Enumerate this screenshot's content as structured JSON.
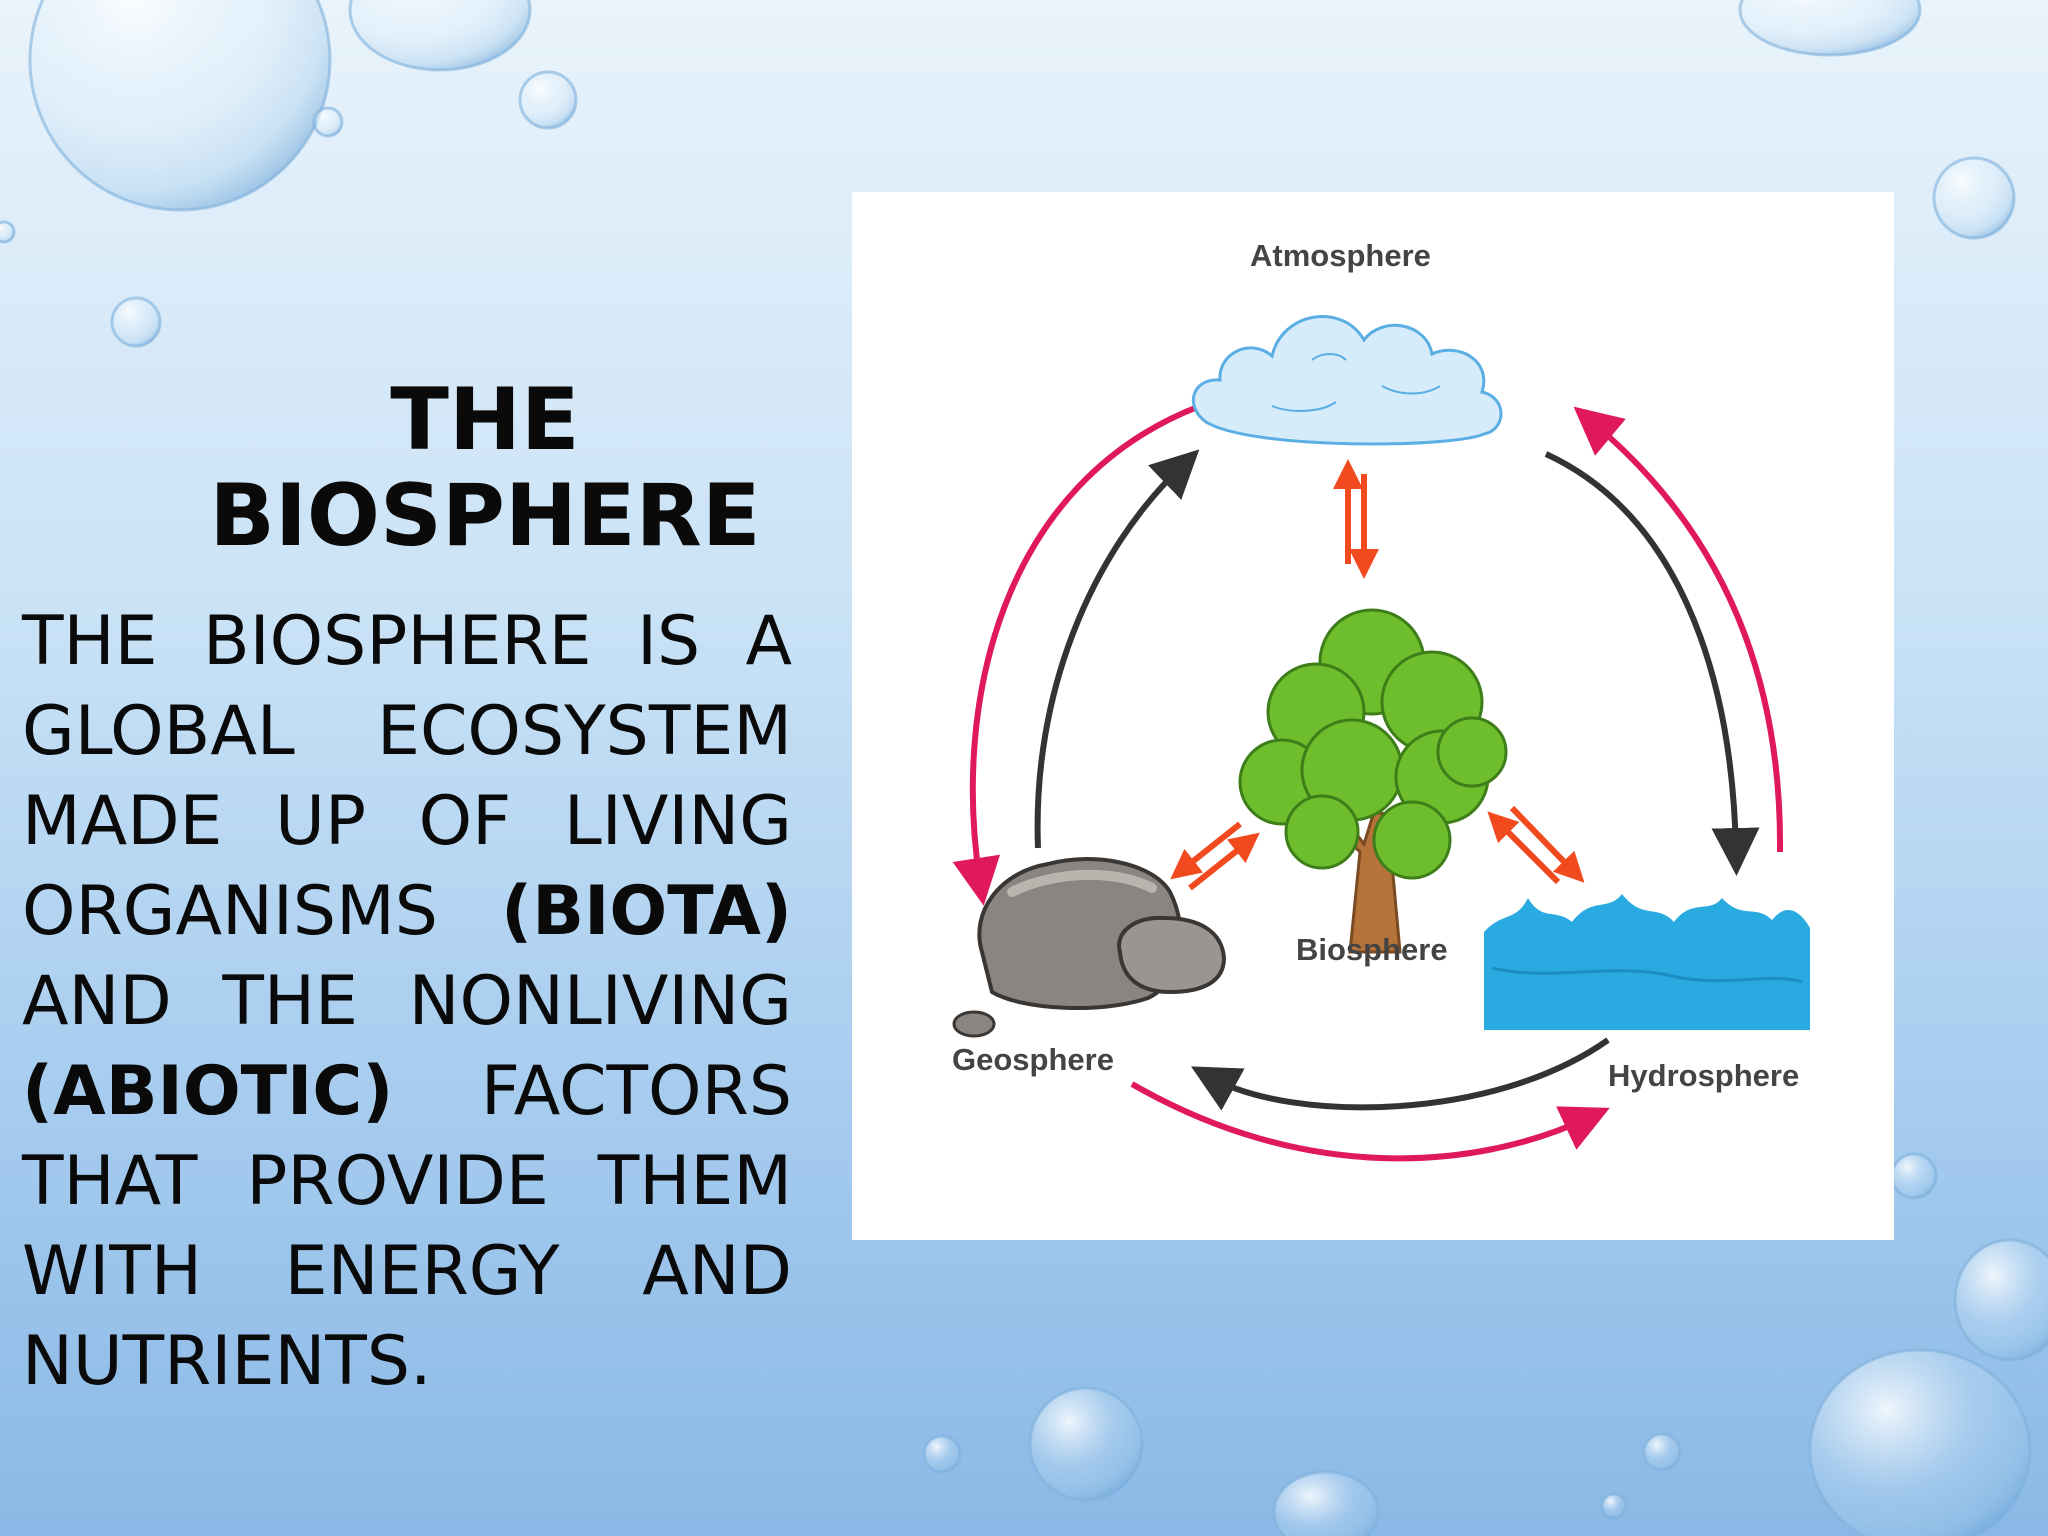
{
  "slide": {
    "title_lines": [
      "THE",
      "BIOSPHERE"
    ],
    "body_lines": [
      [
        "THE",
        "BIOSPHERE",
        "IS",
        "A"
      ],
      [
        "GLOBAL",
        "ECOSYSTEM"
      ],
      [
        "MADE",
        "UP",
        "OF",
        "LIVING"
      ],
      [
        "ORGANISMS",
        "(BIOTA)"
      ],
      [
        "AND",
        "THE",
        "NONLIVING"
      ],
      [
        "(ABIOTIC)",
        "FACTORS"
      ],
      [
        "THAT",
        "PROVIDE",
        "THEM"
      ],
      [
        "WITH",
        "ENERGY",
        "AND"
      ],
      [
        "NUTRIENTS."
      ]
    ]
  },
  "diagram": {
    "labels": {
      "atmosphere": "Atmosphere",
      "biosphere": "Biosphere",
      "geosphere": "Geosphere",
      "hydrosphere": "Hydrosphere"
    },
    "colors": {
      "cycle_pink": "#e0195f",
      "cycle_dark": "#333333",
      "exchange_orange": "#f04a1e",
      "water": "#29abe2",
      "cloud": "#d6ecfb",
      "foliage": "#6dbd2c",
      "trunk": "#b5733a",
      "rock": "#8a8580"
    },
    "icons": [
      "cloud-icon",
      "tree-icon",
      "rock-icon",
      "water-icon"
    ]
  }
}
